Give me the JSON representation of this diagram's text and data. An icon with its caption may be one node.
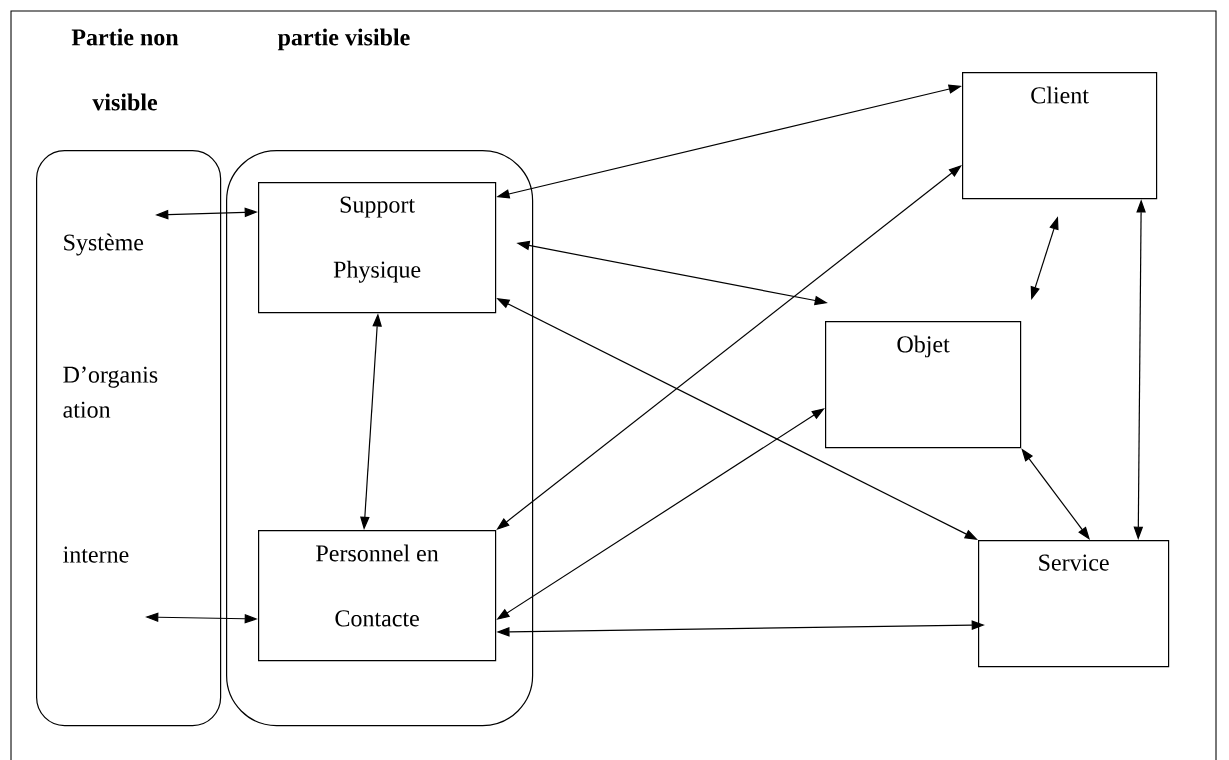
{
  "diagram": {
    "nodes": [
      {
        "text": [
          "Partie non visible",
          "Système",
          "D’organis ation",
          "interne"
        ]
      },
      {
        "text": [
          "partie visible"
        ]
      },
      {
        "text": [
          "Support Physique"
        ],
        "in": 1
      },
      {
        "text": [
          "Personnel en Contacte"
        ],
        "in": 1
      },
      {
        "text": [
          "Client"
        ]
      },
      {
        "text": [
          "Objet"
        ]
      },
      {
        "text": [
          "Service"
        ]
      }
    ],
    "edges": [
      {
        "from": 0,
        "to": 2,
        "arrow": "both"
      },
      {
        "from": 0,
        "to": 3,
        "arrow": "both"
      },
      {
        "from": 2,
        "to": 4,
        "arrow": "both"
      },
      {
        "from": 2,
        "to": 5,
        "arrow": "both"
      },
      {
        "from": 2,
        "to": 6,
        "arrow": "both"
      },
      {
        "from": 2,
        "to": 3,
        "arrow": "both"
      },
      {
        "from": 3,
        "to": 4,
        "arrow": "both"
      },
      {
        "from": 3,
        "to": 5,
        "arrow": "both"
      },
      {
        "from": 3,
        "to": 6,
        "arrow": "both"
      },
      {
        "from": 4,
        "to": 5,
        "arrow": "both"
      },
      {
        "from": 4,
        "to": 6,
        "arrow": "both"
      },
      {
        "from": 5,
        "to": 6,
        "arrow": "both"
      }
    ]
  }
}
